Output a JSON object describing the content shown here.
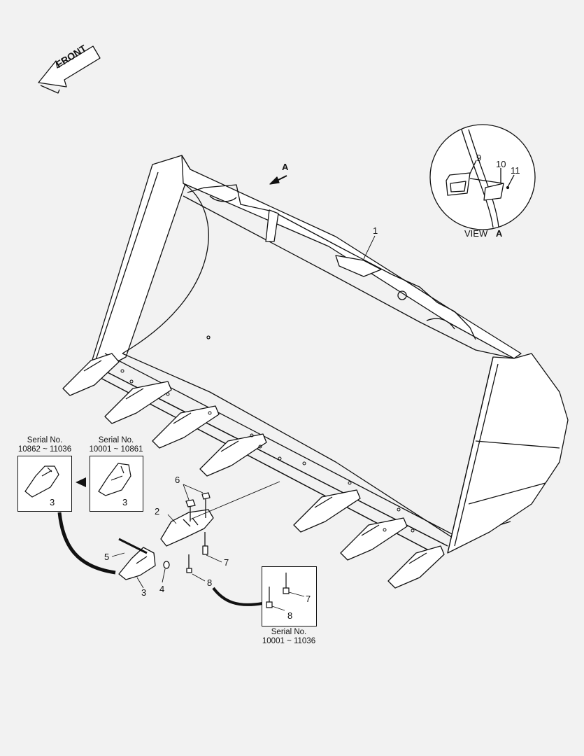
{
  "front_label": "FRONT",
  "view_arrow_label": "A",
  "view_caption": {
    "text": "VIEW",
    "letter": "A"
  },
  "callouts": {
    "c1": "1",
    "c2": "2",
    "c3a": "3",
    "c3b": "3",
    "c3c": "3",
    "c4": "4",
    "c5": "5",
    "c6": "6",
    "c7": "7",
    "c8": "8",
    "c9": "9",
    "c10": "10",
    "c11": "11",
    "c7b": "7",
    "c8b": "8"
  },
  "inset_left": {
    "line1": "Serial No.",
    "line2": "10862 ~ 11036"
  },
  "inset_mid": {
    "line1": "Serial No.",
    "line2": "10001 ~ 10861"
  },
  "inset_bolts": {
    "line1": "Serial No.",
    "line2": "10001 ~ 11036"
  }
}
